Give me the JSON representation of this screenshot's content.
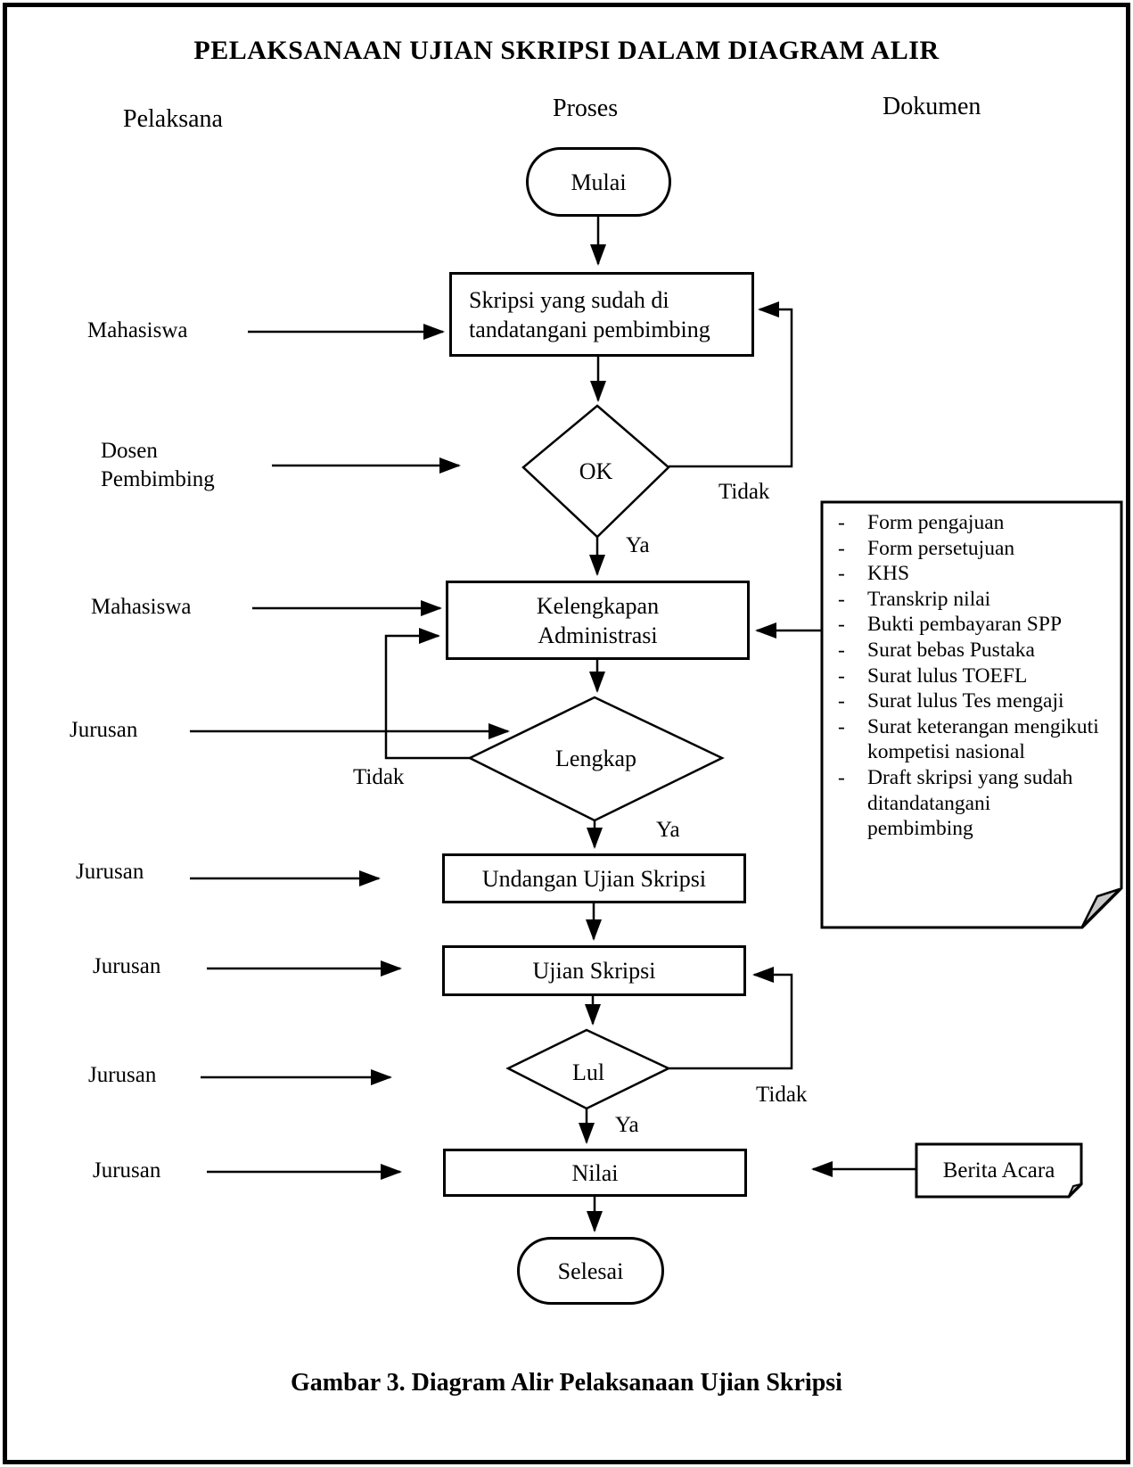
{
  "title": "PELAKSANAAN UJIAN SKRIPSI DALAM DIAGRAM ALIR",
  "caption": "Gambar 3. Diagram Alir Pelaksanaan Ujian Skripsi",
  "columns": {
    "pelaksana": "Pelaksana",
    "proses": "Proses",
    "dokumen": "Dokumen"
  },
  "actors": {
    "row1": "Mahasiswa",
    "row2": "Dosen Pembimbing",
    "row3": "Mahasiswa",
    "row4": "Jurusan",
    "row5": "Jurusan",
    "row6": "Jurusan",
    "row7": "Jurusan",
    "row8": "Jurusan"
  },
  "nodes": {
    "start": "Mulai",
    "skripsi": {
      "line1": "Skripsi yang sudah di",
      "line2": "tandatangani pembimbing"
    },
    "ok": "OK",
    "kelengkapan": {
      "line1": "Kelengkapan",
      "line2": "Administrasi"
    },
    "lengkap": "Lengkap",
    "undangan": "Undangan Ujian Skripsi",
    "ujian": "Ujian Skripsi",
    "lulus": "Lul",
    "nilai": "Nilai",
    "end": "Selesai"
  },
  "edge_labels": {
    "ok_yes": "Ya",
    "ok_no": "Tidak",
    "lengkap_yes": "Ya",
    "lengkap_no": "Tidak",
    "lulus_yes": "Ya",
    "lulus_no": "Tidak"
  },
  "doc_panel": {
    "dash": "-",
    "items": [
      "Form pengajuan",
      "Form persetujuan",
      "KHS",
      "Transkrip nilai",
      "Bukti pembayaran SPP",
      "Surat bebas Pustaka",
      "Surat lulus TOEFL",
      "Surat lulus Tes mengaji",
      "Surat keterangan mengikuti kompetisi nasional",
      "Draft skripsi yang sudah ditandatangani pembimbing"
    ]
  },
  "berita_acara": "Berita Acara",
  "colors": {
    "ink": "#000000",
    "fold_gray": "#c8c8c8",
    "bg": "#ffffff"
  }
}
